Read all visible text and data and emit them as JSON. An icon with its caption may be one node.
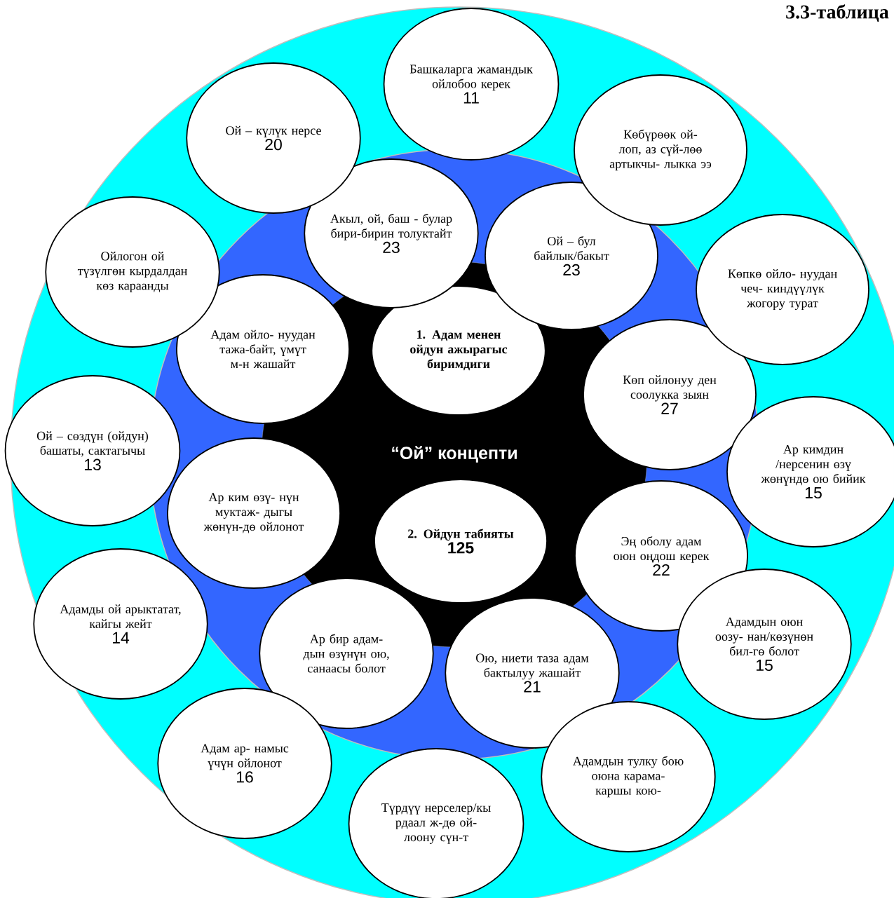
{
  "diagram": {
    "title": "3.3-таблица",
    "nodes": [
      {
        "text": [
          "“Ой” концепти"
        ]
      },
      {
        "text": [
          "Башкаларга жамандык ойлобоо керек",
          "11"
        ]
      },
      {
        "text": [
          "Ой – күлүк нерсе",
          "20"
        ]
      },
      {
        "text": [
          "Көбүрөөк ой-лоп, аз сүй-лөө артыкчы- лыкка ээ"
        ]
      },
      {
        "text": [
          "Акыл, ой, баш - булар бири-бирин толуктайт",
          "23"
        ]
      },
      {
        "text": [
          "Ой – бул байлык/бакыт",
          "23"
        ]
      },
      {
        "text": [
          "Ойлогон ой түзүлгөн кырдалдан көз караанды"
        ]
      },
      {
        "text": [
          "Көпкө ойло- нуудан чеч- киндүүлүк жогору турат"
        ]
      },
      {
        "text": [
          "1. Адам менен ойдун ажырагыс биримдиги"
        ],
        "in": 0
      },
      {
        "text": [
          "Адам ойло- нуудан тажа-байт, үмүт м-н жашайт"
        ]
      },
      {
        "text": [
          "Көп ойлонуу ден соолукка зыян",
          "27"
        ]
      },
      {
        "text": [
          "Ой – сөздүн (ойдун) башаты, сактагычы",
          "13"
        ]
      },
      {
        "text": [
          "Ар кимдин /нерсенин өзү жөнүндө ою бийик",
          "15"
        ]
      },
      {
        "text": [
          "Ар ким өзү- нүн муктаж- дыгы жөнүн-дө ойлонот"
        ]
      },
      {
        "text": [
          "2. Ойдун табияты",
          "125"
        ],
        "in": 0
      },
      {
        "text": [
          "Эң оболу адам оюн оңдош керек",
          "22"
        ]
      },
      {
        "text": [
          "Адамды ой арыктатат, кайгы жейт",
          "14"
        ]
      },
      {
        "text": [
          "Адамдын оюн оозу- нан/көзүнөн бил-гө болот",
          "15"
        ]
      },
      {
        "text": [
          "Ар бир адам-дын өзүнүн ою, санаасы болот"
        ]
      },
      {
        "text": [
          "Ою, ниети таза адам бактылуу жашайт",
          "21"
        ]
      },
      {
        "text": [
          "Адам ар- намыс үчүн ойлонот",
          "16"
        ]
      },
      {
        "text": [
          "Адамдын тулку бою оюна карама- каршы кою-"
        ]
      },
      {
        "text": [
          "Түрдүү нерселер/кы рдаал ж-дө ой-лоону сүн-т"
        ]
      }
    ]
  }
}
